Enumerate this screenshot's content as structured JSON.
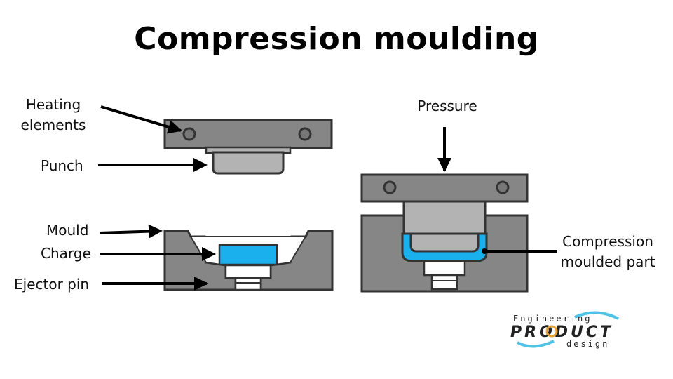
{
  "title": "Compression moulding",
  "labels": {
    "heating_elements_line1": "Heating",
    "heating_elements_line2": "elements",
    "punch": "Punch",
    "mould": "Mould",
    "charge": "Charge",
    "ejector_pin": "Ejector pin",
    "pressure": "Pressure",
    "compression_line1": "Compression",
    "compression_line2": "moulded part"
  },
  "logo": {
    "top": "Engineering",
    "middle": "PRODUCT",
    "bottom": "design"
  },
  "colors": {
    "metal_dark": "#868686",
    "metal_light": "#b3b3b3",
    "charge_blue": "#1ab0ee",
    "outline": "#333333",
    "logo_accent": "#4fc3e6",
    "logo_gold": "#e3a233"
  }
}
